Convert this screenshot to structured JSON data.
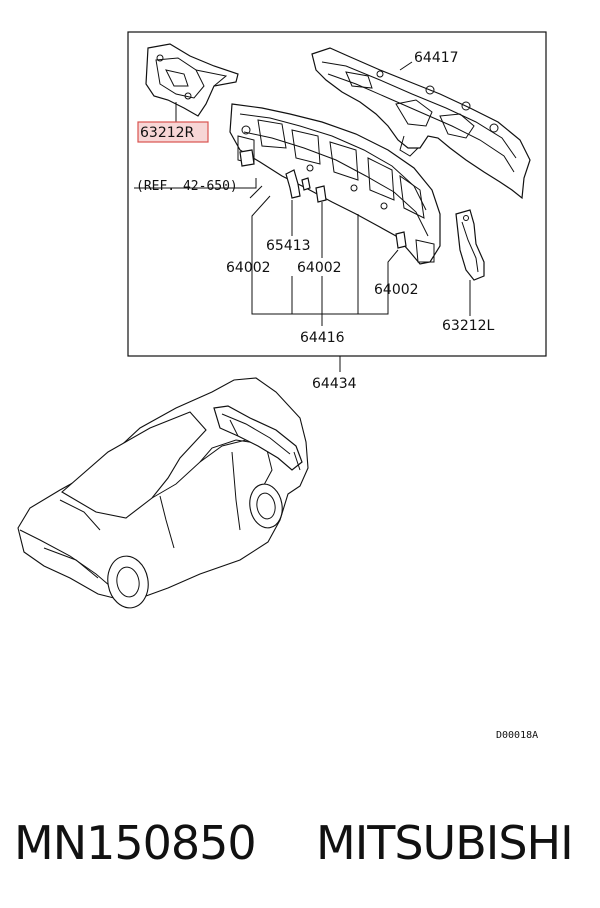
{
  "callouts": {
    "p63212r": "63212R",
    "p64417": "64417",
    "ref": "(REF. 42-650)",
    "p65413": "65413",
    "p64002_a": "64002",
    "p64002_b": "64002",
    "p64002_c": "64002",
    "p63212l": "63212L",
    "p64416": "64416",
    "p64434": "64434"
  },
  "diagram_code": "D00018A",
  "footer": {
    "part_number": "MN150850",
    "brand": "MITSUBISHI"
  },
  "colors": {
    "highlight_fill": "#f7d6d6",
    "highlight_stroke": "#d9534f"
  }
}
